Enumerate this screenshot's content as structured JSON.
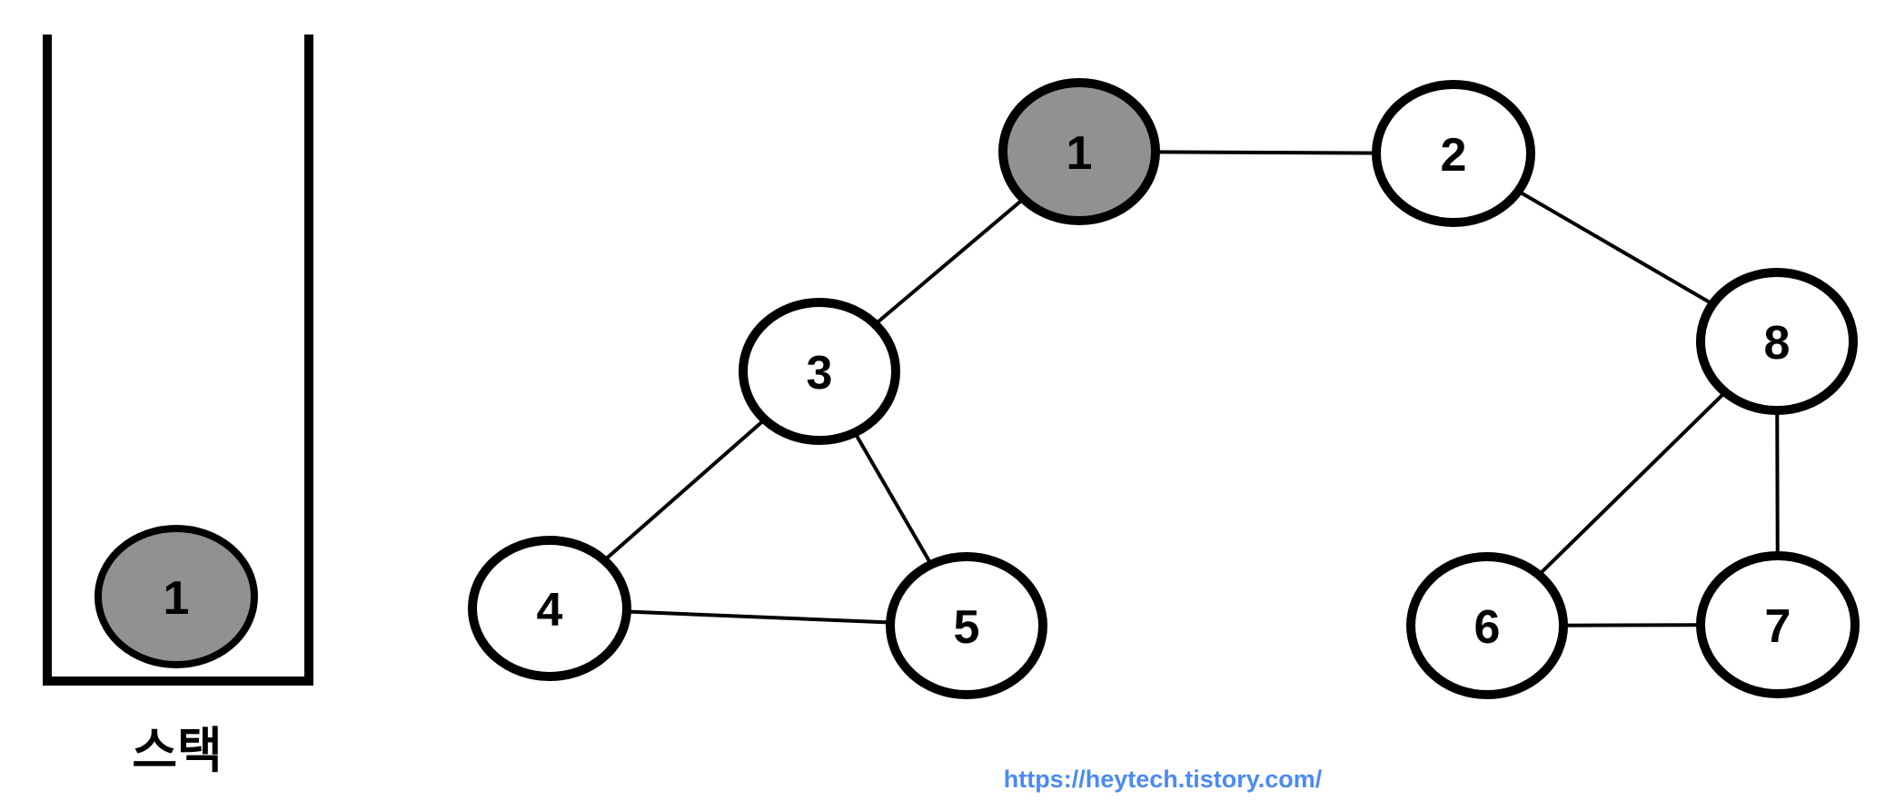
{
  "stack": {
    "caption": "스택",
    "items": [
      {
        "id": "1",
        "label": "1",
        "state": "visited"
      }
    ]
  },
  "graph": {
    "nodes": [
      {
        "id": "1",
        "label": "1",
        "state": "visited"
      },
      {
        "id": "2",
        "label": "2",
        "state": "unvisited"
      },
      {
        "id": "3",
        "label": "3",
        "state": "unvisited"
      },
      {
        "id": "4",
        "label": "4",
        "state": "unvisited"
      },
      {
        "id": "5",
        "label": "5",
        "state": "unvisited"
      },
      {
        "id": "6",
        "label": "6",
        "state": "unvisited"
      },
      {
        "id": "7",
        "label": "7",
        "state": "unvisited"
      },
      {
        "id": "8",
        "label": "8",
        "state": "unvisited"
      }
    ],
    "edges": [
      [
        "1",
        "2"
      ],
      [
        "1",
        "3"
      ],
      [
        "2",
        "8"
      ],
      [
        "3",
        "4"
      ],
      [
        "3",
        "5"
      ],
      [
        "4",
        "5"
      ],
      [
        "8",
        "6"
      ],
      [
        "8",
        "7"
      ],
      [
        "6",
        "7"
      ]
    ]
  },
  "footer": {
    "url": "https://heytech.tistory.com/"
  },
  "colors": {
    "visited_fill": "#919191",
    "node_fill": "#ffffff",
    "stroke": "#000000",
    "link_blue": "#4b8bf2"
  }
}
